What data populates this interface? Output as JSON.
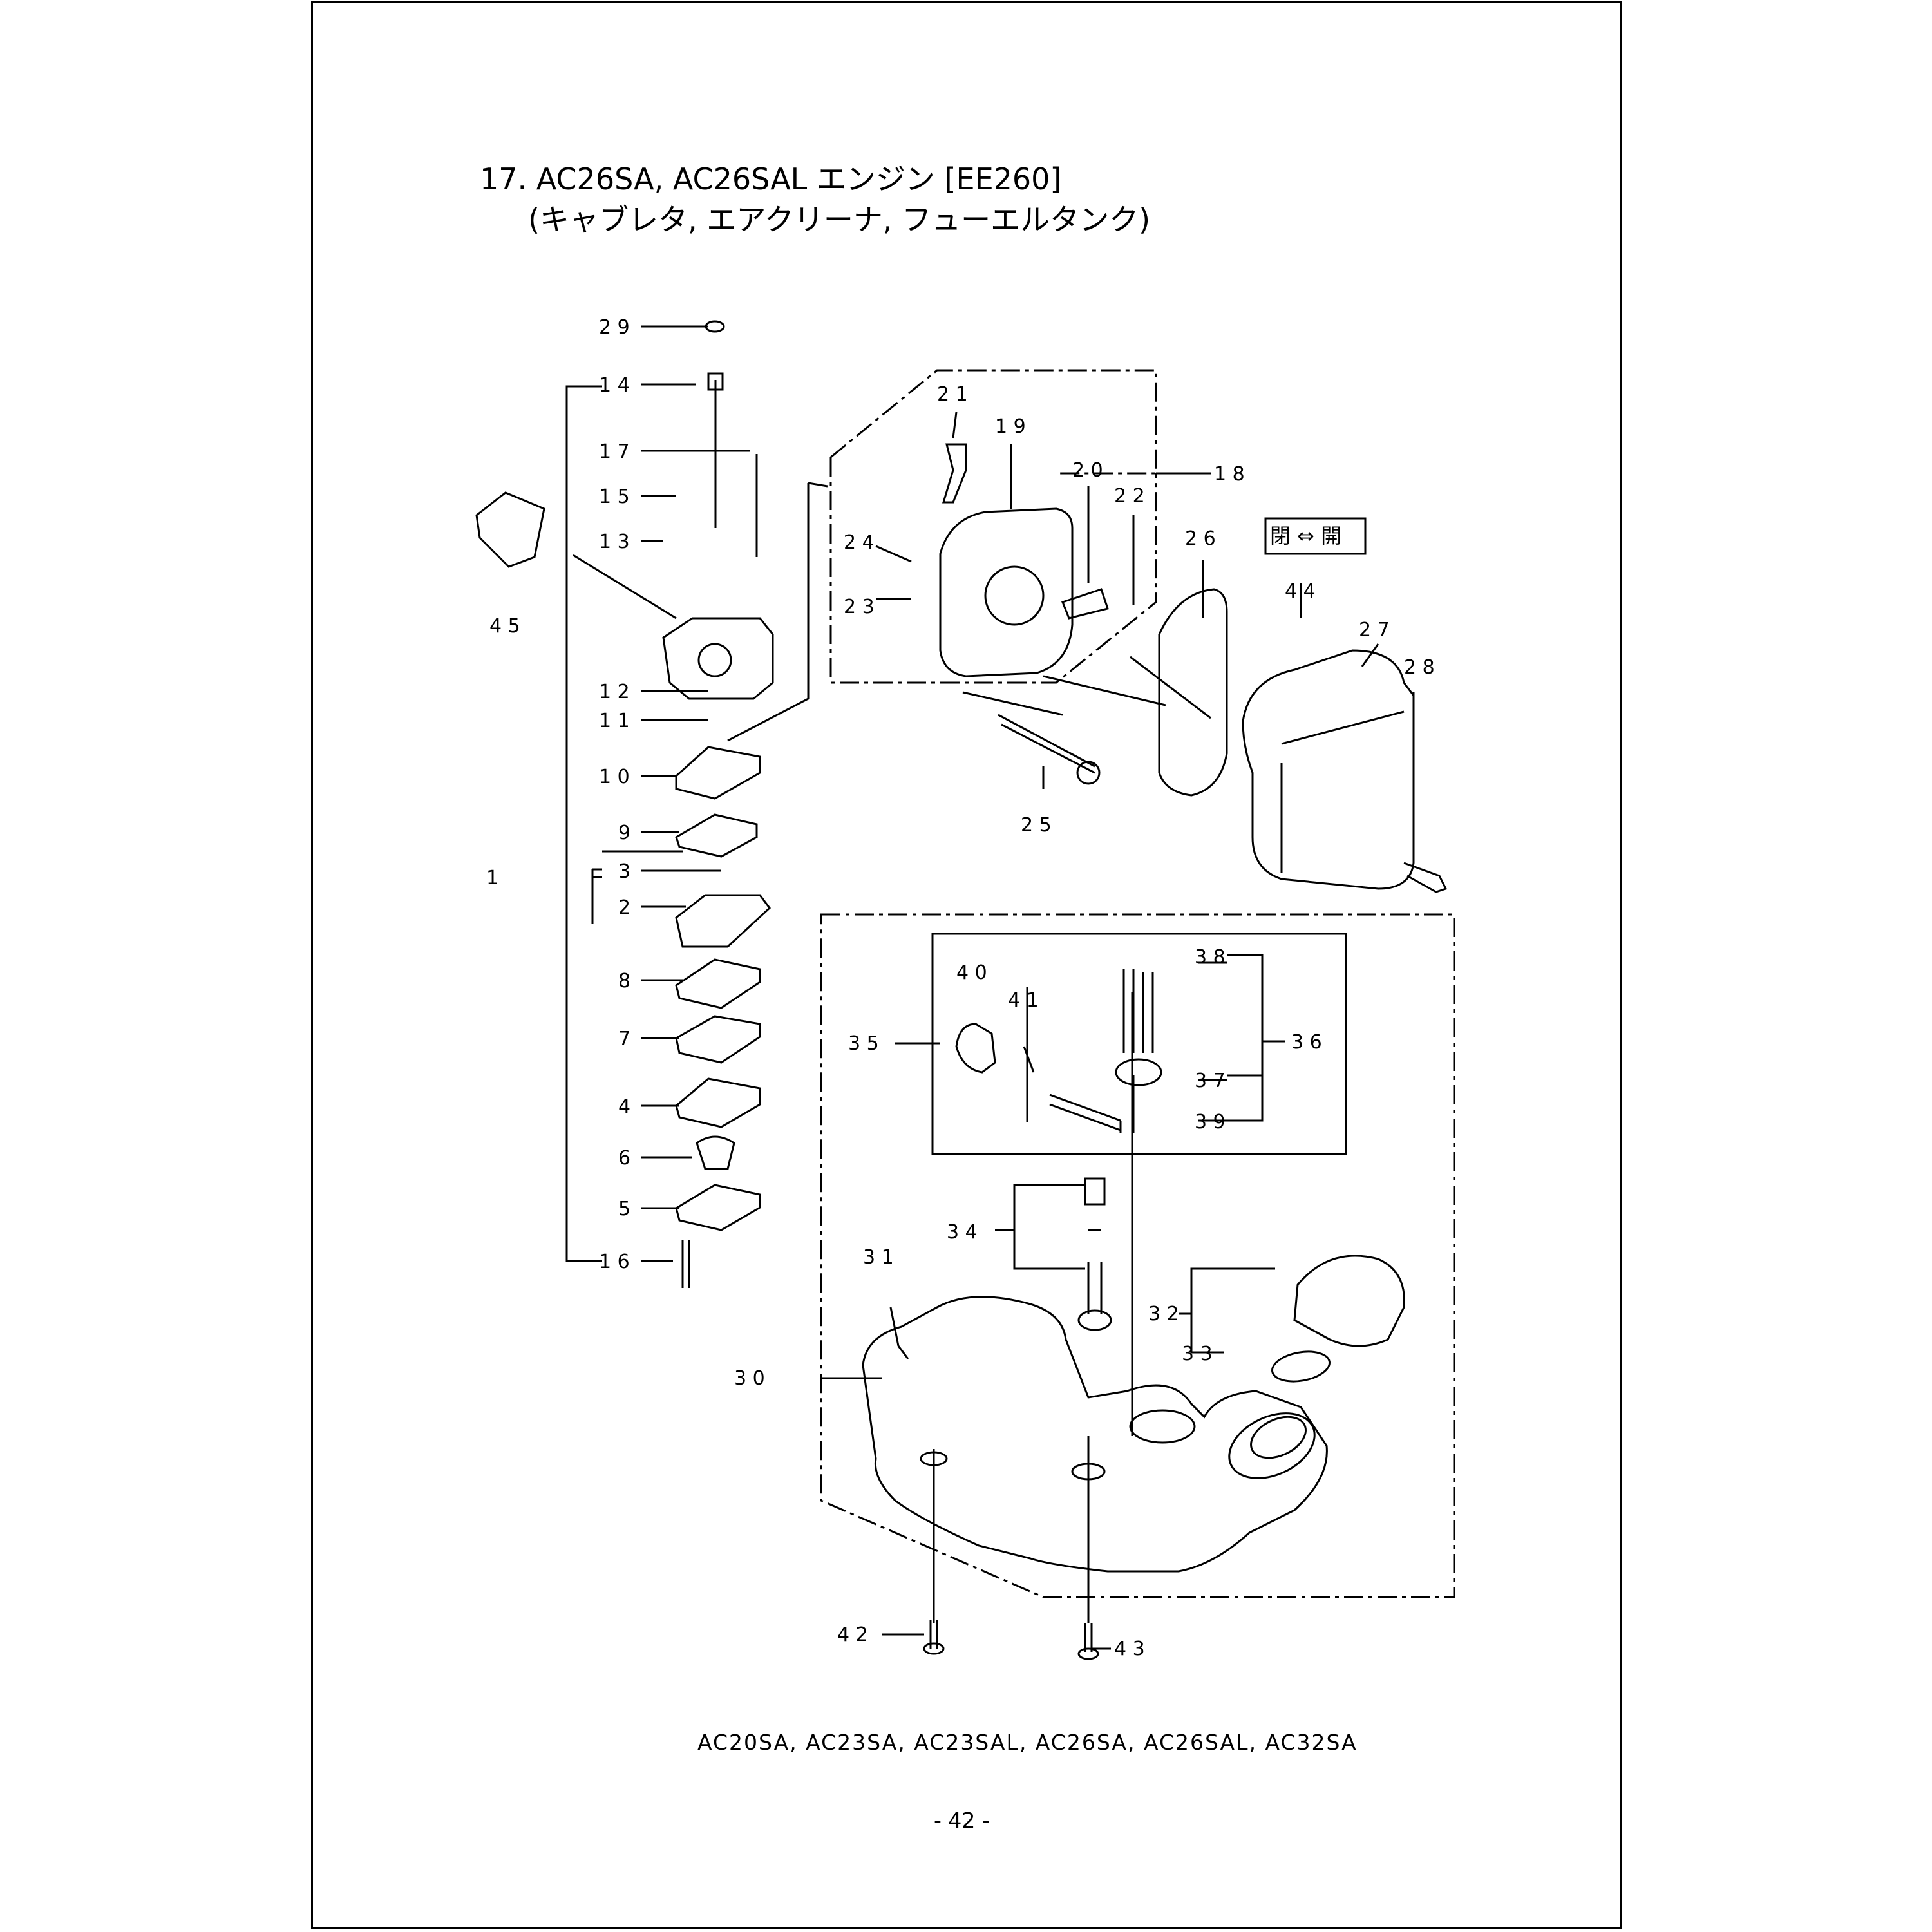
{
  "header": {
    "title": "17. AC26SA, AC26SAL エンジン [EE260]",
    "subtitle": "(キャブレタ, エアクリーナ, フューエルタンク)"
  },
  "indicator_label": "閉 ⇔ 開",
  "callouts": [
    "2 9",
    "1 4",
    "1 7",
    "1 5",
    "1 3",
    "4 5",
    "1 2",
    "1 1",
    "1 0",
    "9",
    "1",
    "3",
    "2",
    "8",
    "7",
    "4",
    "6",
    "5",
    "1 6",
    "2 1",
    "1 9",
    "2 0",
    "1 8",
    "2 2",
    "2 6",
    "2 4",
    "2 3",
    "4 4",
    "2 7",
    "2 8",
    "2 5",
    "4 0",
    "4 1",
    "3 8",
    "3 5",
    "3 6",
    "3 7",
    "3 9",
    "3 4",
    "3 1",
    "3 2",
    "3 3",
    "3 0",
    "4 2",
    "4 3"
  ],
  "footer": {
    "models": "AC20SA, AC23SA, AC23SAL, AC26SA, AC26SAL, AC32SA",
    "page_number": "- 42 -"
  }
}
